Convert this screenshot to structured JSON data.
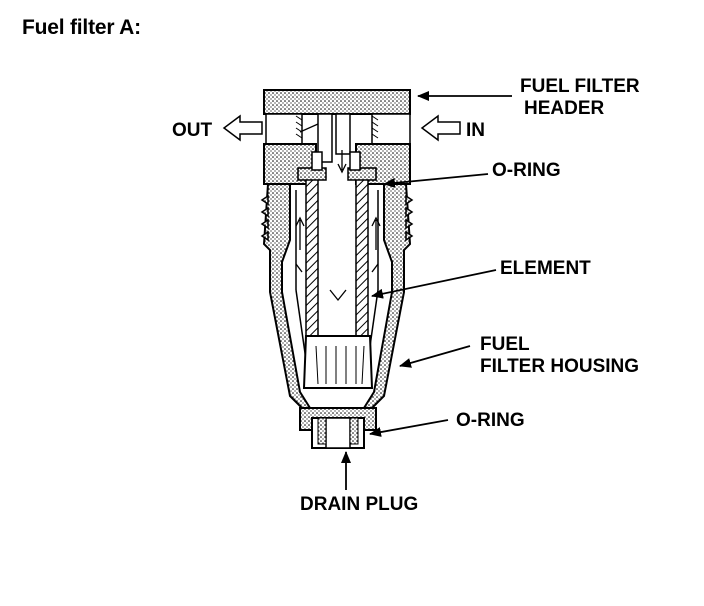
{
  "title": "Fuel filter A:",
  "labels": {
    "header_line1": "FUEL FILTER",
    "header_line2": "HEADER",
    "out": "OUT",
    "in": "IN",
    "oring_top": "O-RING",
    "element": "ELEMENT",
    "housing_line1": "FUEL",
    "housing_line2": "FILTER HOUSING",
    "oring_bottom": "O-RING",
    "drain_plug": "DRAIN PLUG"
  }
}
